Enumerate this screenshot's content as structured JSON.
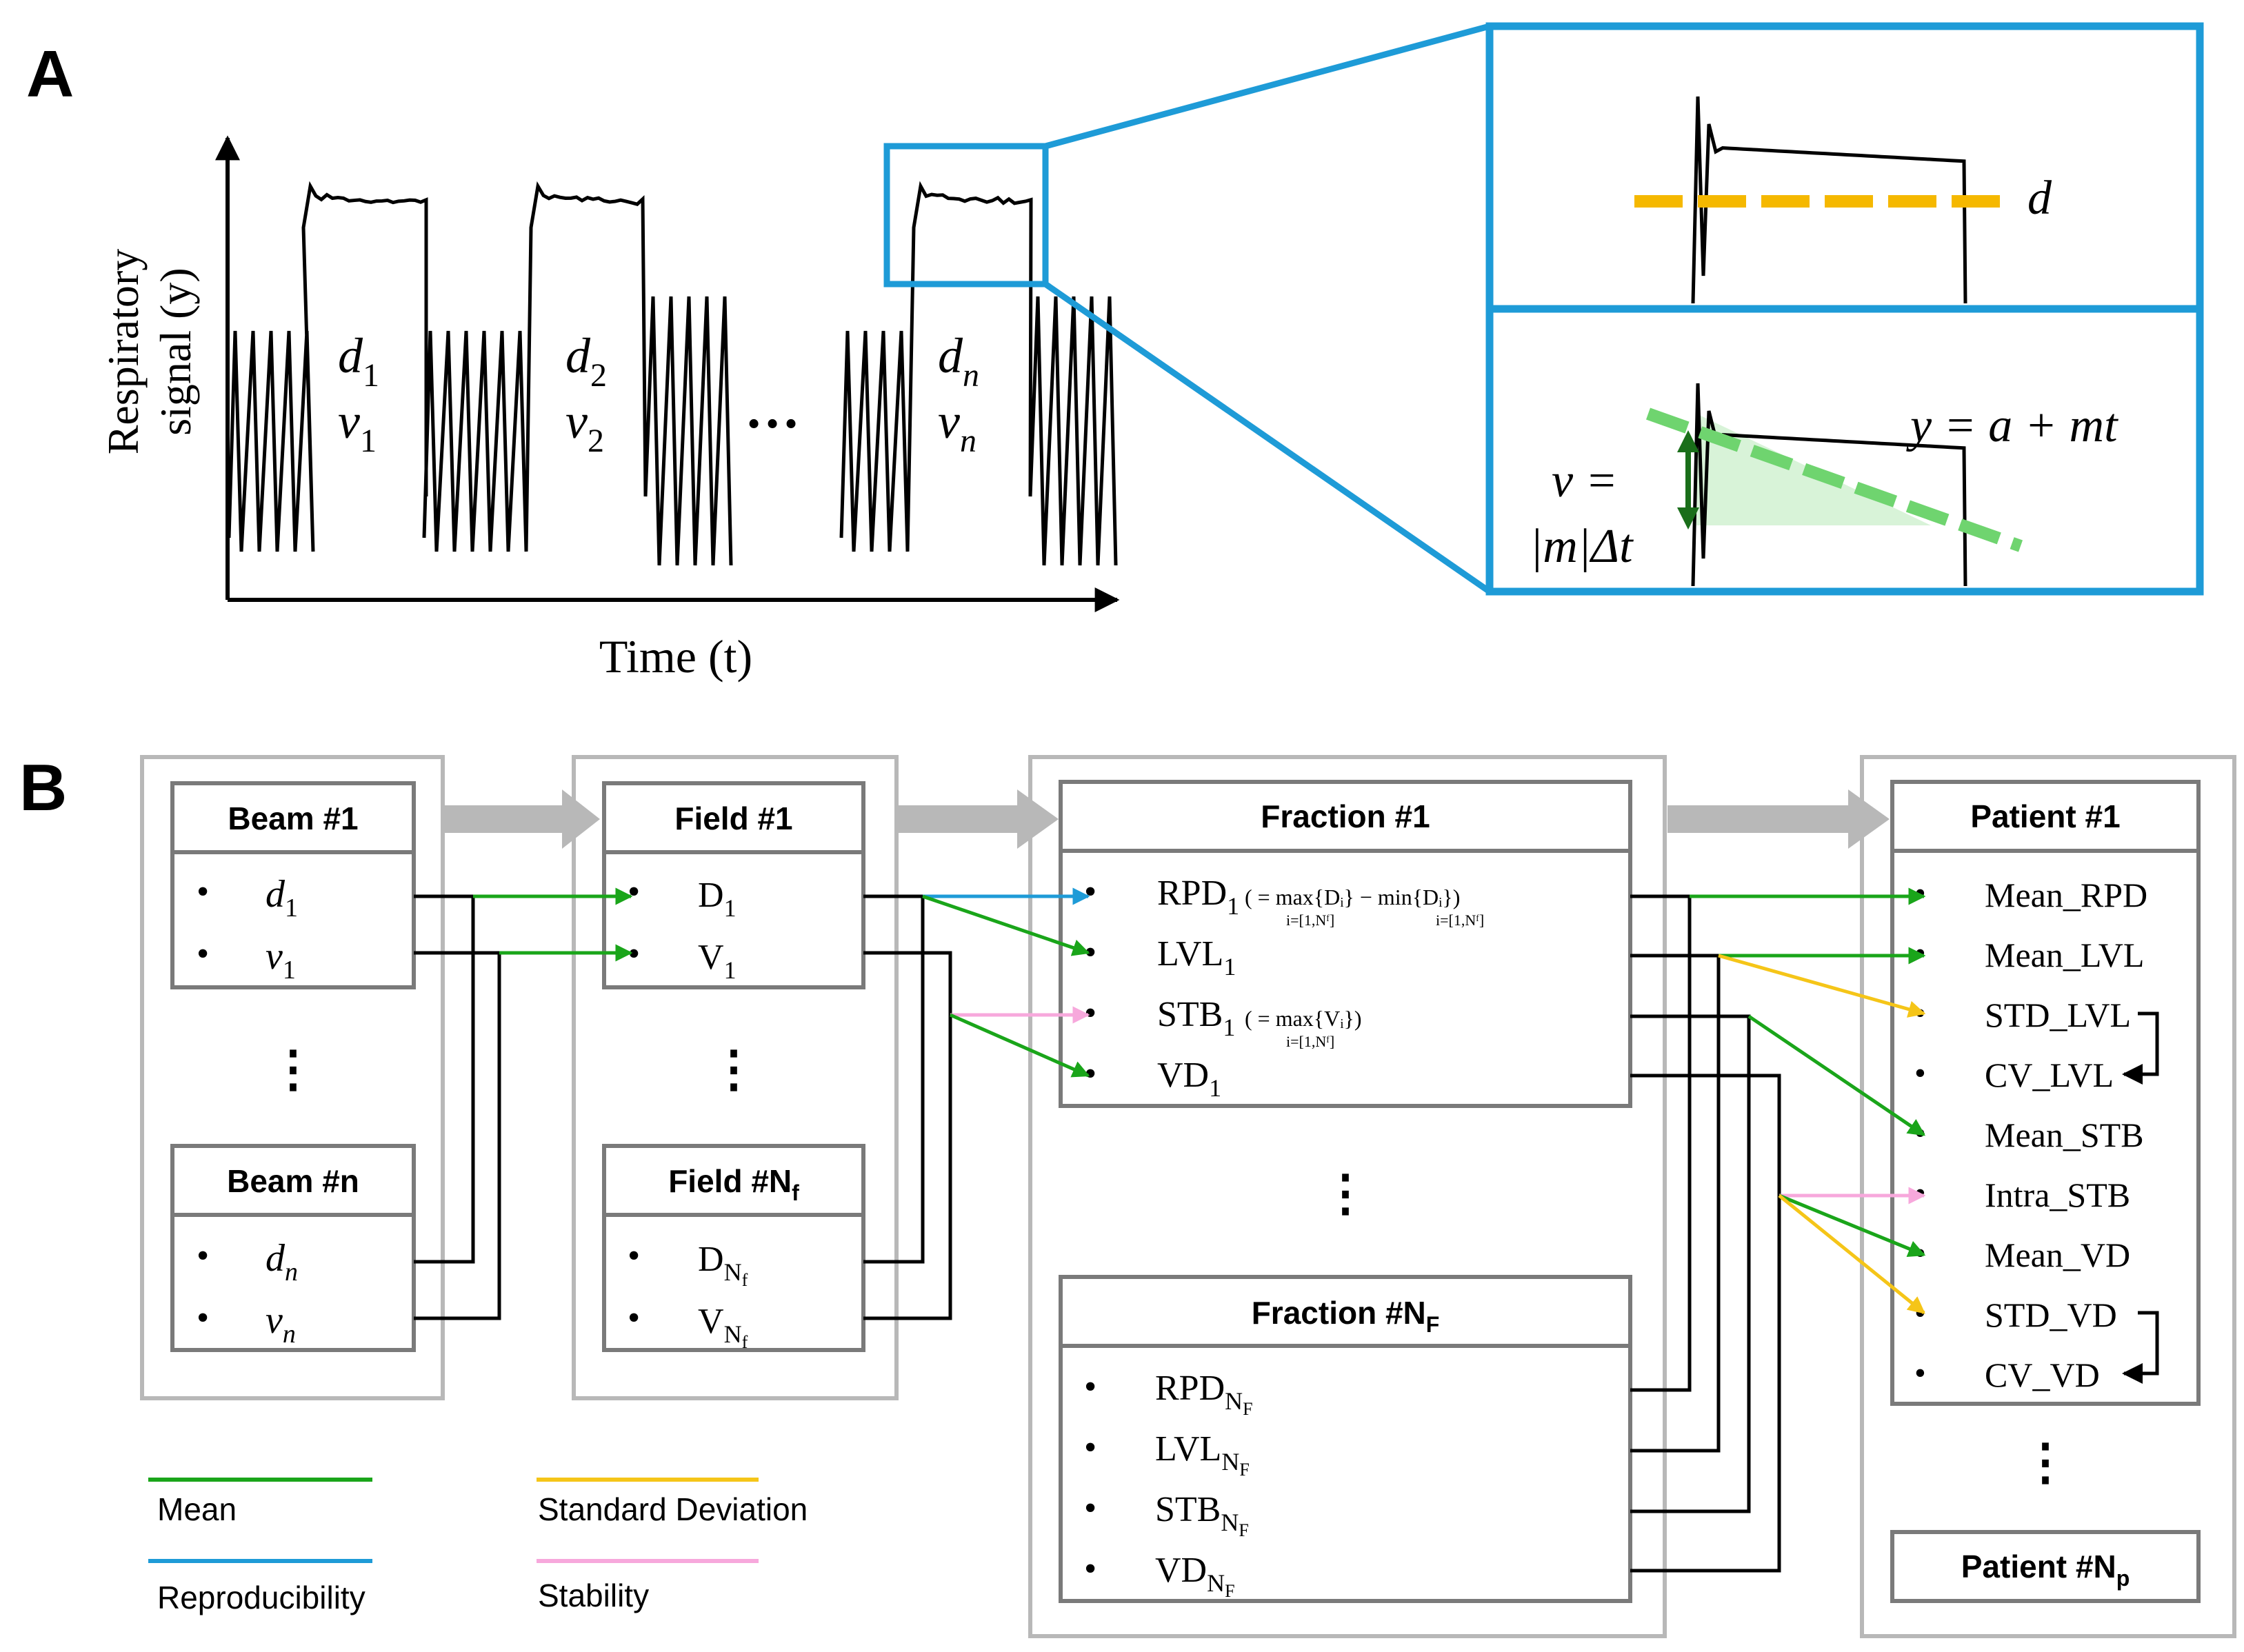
{
  "panel_a": {
    "label": "A",
    "y_axis_line1": "Respiratory",
    "y_axis_line2": "signal (y)",
    "x_axis_label": "Time (t)",
    "ellipsis": "…",
    "segments": [
      {
        "d": "d",
        "d_sub": "1",
        "v": "v",
        "v_sub": "1"
      },
      {
        "d": "d",
        "d_sub": "2",
        "v": "v",
        "v_sub": "2"
      },
      {
        "d": "d",
        "d_sub": "n",
        "v": "v",
        "v_sub": "n"
      }
    ],
    "zoom_top_label": "d",
    "zoom_bottom_fit": "y = a + mt",
    "zoom_bottom_v_line1": "v =",
    "zoom_bottom_v_line2": "|m|Δt",
    "colors": {
      "zoom_box": "#1e9bd7",
      "mean_line": "#f5b800",
      "fit_line": "#6fd46f"
    }
  },
  "panel_b": {
    "label": "B",
    "beam": {
      "title1": "Beam #1",
      "items1": [
        [
          "d",
          "1"
        ],
        [
          "v",
          "1"
        ]
      ],
      "titlen": "Beam #n",
      "itemsn": [
        [
          "d",
          "n"
        ],
        [
          "v",
          "n"
        ]
      ],
      "dots": "⋮"
    },
    "field": {
      "title1": "Field #1",
      "items1": [
        [
          "D",
          "1"
        ],
        [
          "V",
          "1"
        ]
      ],
      "titlen_main": "Field #N",
      "titlen_sub": "f",
      "itemsn": [
        [
          "D",
          "N",
          "f"
        ],
        [
          "V",
          "N",
          "f"
        ]
      ],
      "dots": "⋮"
    },
    "fraction": {
      "title1": "Fraction #1",
      "items1": [
        {
          "main": "RPD",
          "sub": "1",
          "note": "( = max{Dᵢ} − min{Dᵢ})",
          "note_sub1": "i=[1,Nᶠ]",
          "note_sub2": "i=[1,Nᶠ]"
        },
        {
          "main": "LVL",
          "sub": "1",
          "note": ""
        },
        {
          "main": "STB",
          "sub": "1",
          "note": "( = max{Vᵢ})",
          "note_sub1": "i=[1,Nᶠ]"
        },
        {
          "main": "VD",
          "sub": "1",
          "note": ""
        }
      ],
      "titlen_main": "Fraction #N",
      "titlen_sub": "F",
      "itemsn": [
        [
          "RPD",
          "N",
          "F"
        ],
        [
          "LVL",
          "N",
          "F"
        ],
        [
          "STB",
          "N",
          "F"
        ],
        [
          "VD",
          "N",
          "F"
        ]
      ],
      "dots": "⋮"
    },
    "patient": {
      "title1": "Patient #1",
      "items": [
        "Mean_RPD",
        "Mean_LVL",
        "STD_LVL",
        "CV_LVL",
        "Mean_STB",
        "Intra_STB",
        "Mean_VD",
        "STD_VD",
        "CV_VD"
      ],
      "titlen_main": "Patient #N",
      "titlen_sub": "p",
      "dots": "⋮"
    },
    "legend": [
      {
        "label": "Mean",
        "color": "#1aa51a"
      },
      {
        "label": "Standard Deviation",
        "color": "#f5c518"
      },
      {
        "label": "Reproducibility",
        "color": "#1e9bd7"
      },
      {
        "label": "Stability",
        "color": "#f7a8dc"
      }
    ]
  }
}
